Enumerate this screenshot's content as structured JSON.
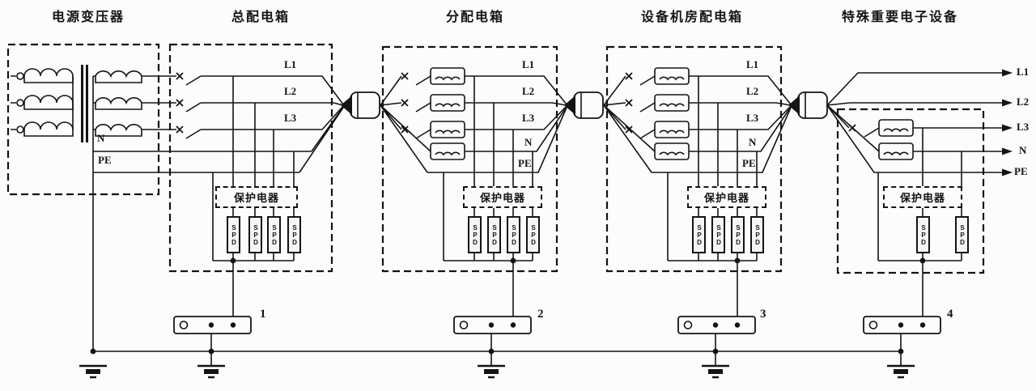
{
  "sections": {
    "transformer": {
      "title": "电源变压器",
      "n": "N",
      "pe": "PE"
    },
    "main_box": {
      "title": "总配电箱",
      "protector": "保护电器",
      "l1": "L1",
      "l2": "L2",
      "l3": "L3",
      "num": "1"
    },
    "sub_box": {
      "title": "分配电箱",
      "protector": "保护电器",
      "l1": "L1",
      "l2": "L2",
      "l3": "L3",
      "n": "N",
      "pe": "PE",
      "num": "2"
    },
    "equip_box": {
      "title": "设备机房配电箱",
      "protector": "保护电器",
      "l1": "L1",
      "l2": "L2",
      "l3": "L3",
      "n": "N",
      "pe": "PE",
      "num": "3"
    },
    "special_box": {
      "title": "特殊重要电子设备",
      "protector": "保护电器",
      "num": "4"
    }
  },
  "outputs": {
    "l1": "L1",
    "l2": "L2",
    "l3": "L3",
    "n": "N",
    "pe": "PE"
  },
  "spd_label": "SPD",
  "colors": {
    "ink": "#141414",
    "bg": "#fcfcfc"
  }
}
